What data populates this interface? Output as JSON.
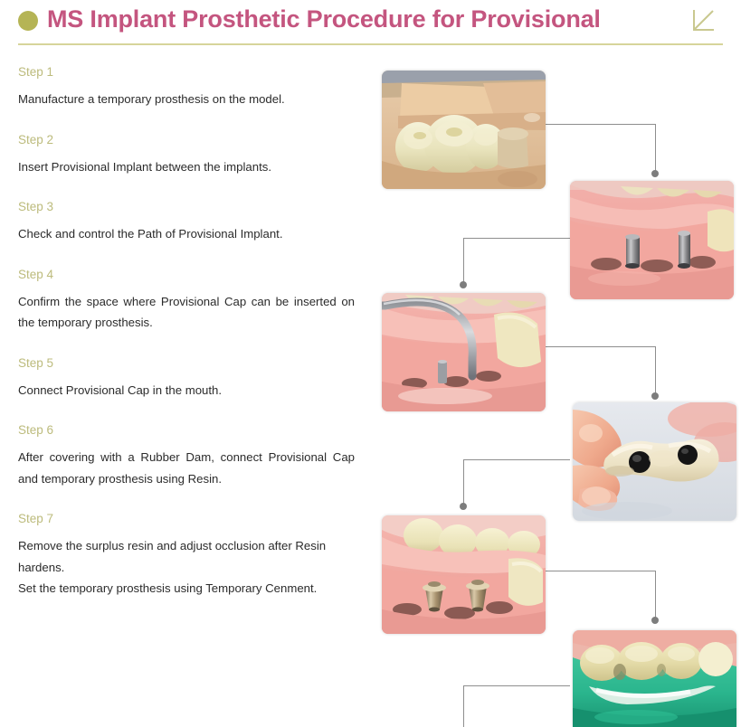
{
  "header": {
    "title": "MS Implant Prosthetic Procedure for Provisional",
    "bullet_icon": "filled-circle-icon",
    "corner_icon": "corner-diagonal-icon",
    "title_color": "#c4557f",
    "bullet_color": "#b5b455",
    "rule_color": "#d6d49a"
  },
  "steps": [
    {
      "label": "Step 1",
      "lines": [
        "Manufacture a temporary prosthesis on the model."
      ],
      "justify": false
    },
    {
      "label": "Step 2",
      "lines": [
        "Insert Provisional Implant between the implants."
      ],
      "justify": false
    },
    {
      "label": "Step 3",
      "lines": [
        "Check and control the Path of Provisional Implant."
      ],
      "justify": false
    },
    {
      "label": "Step 4",
      "lines": [
        "Confirm the space where Provisional Cap can be inserted on the temporary prosthesis."
      ],
      "justify": true
    },
    {
      "label": "Step 5",
      "lines": [
        "Connect Provisional Cap in the mouth."
      ],
      "justify": false
    },
    {
      "label": "Step 6",
      "lines": [
        "After covering with a Rubber Dam, connect Provisional Cap and temporary prosthesis using Resin."
      ],
      "justify": true
    },
    {
      "label": "Step 7",
      "lines": [
        "Remove the surplus resin and adjust occlusion after Resin hardens.",
        "Set the temporary prosthesis using Temporary Cenment."
      ],
      "justify": false
    }
  ],
  "photos": [
    {
      "name": "photo-step1-temporary-prosthesis-on-model"
    },
    {
      "name": "photo-step2-provisional-implants-in-model"
    },
    {
      "name": "photo-step3-checking-implant-path"
    },
    {
      "name": "photo-step4-provisional-cap-space-in-prosthesis"
    },
    {
      "name": "photo-step5-provisional-caps-connected"
    },
    {
      "name": "photo-step6-rubber-dam-and-resin"
    }
  ],
  "colors": {
    "connector": "#8e8e8e",
    "connector_dot": "#7d7d7d",
    "step_label": "#bcbb7c",
    "body_text": "#2b2b2b"
  }
}
